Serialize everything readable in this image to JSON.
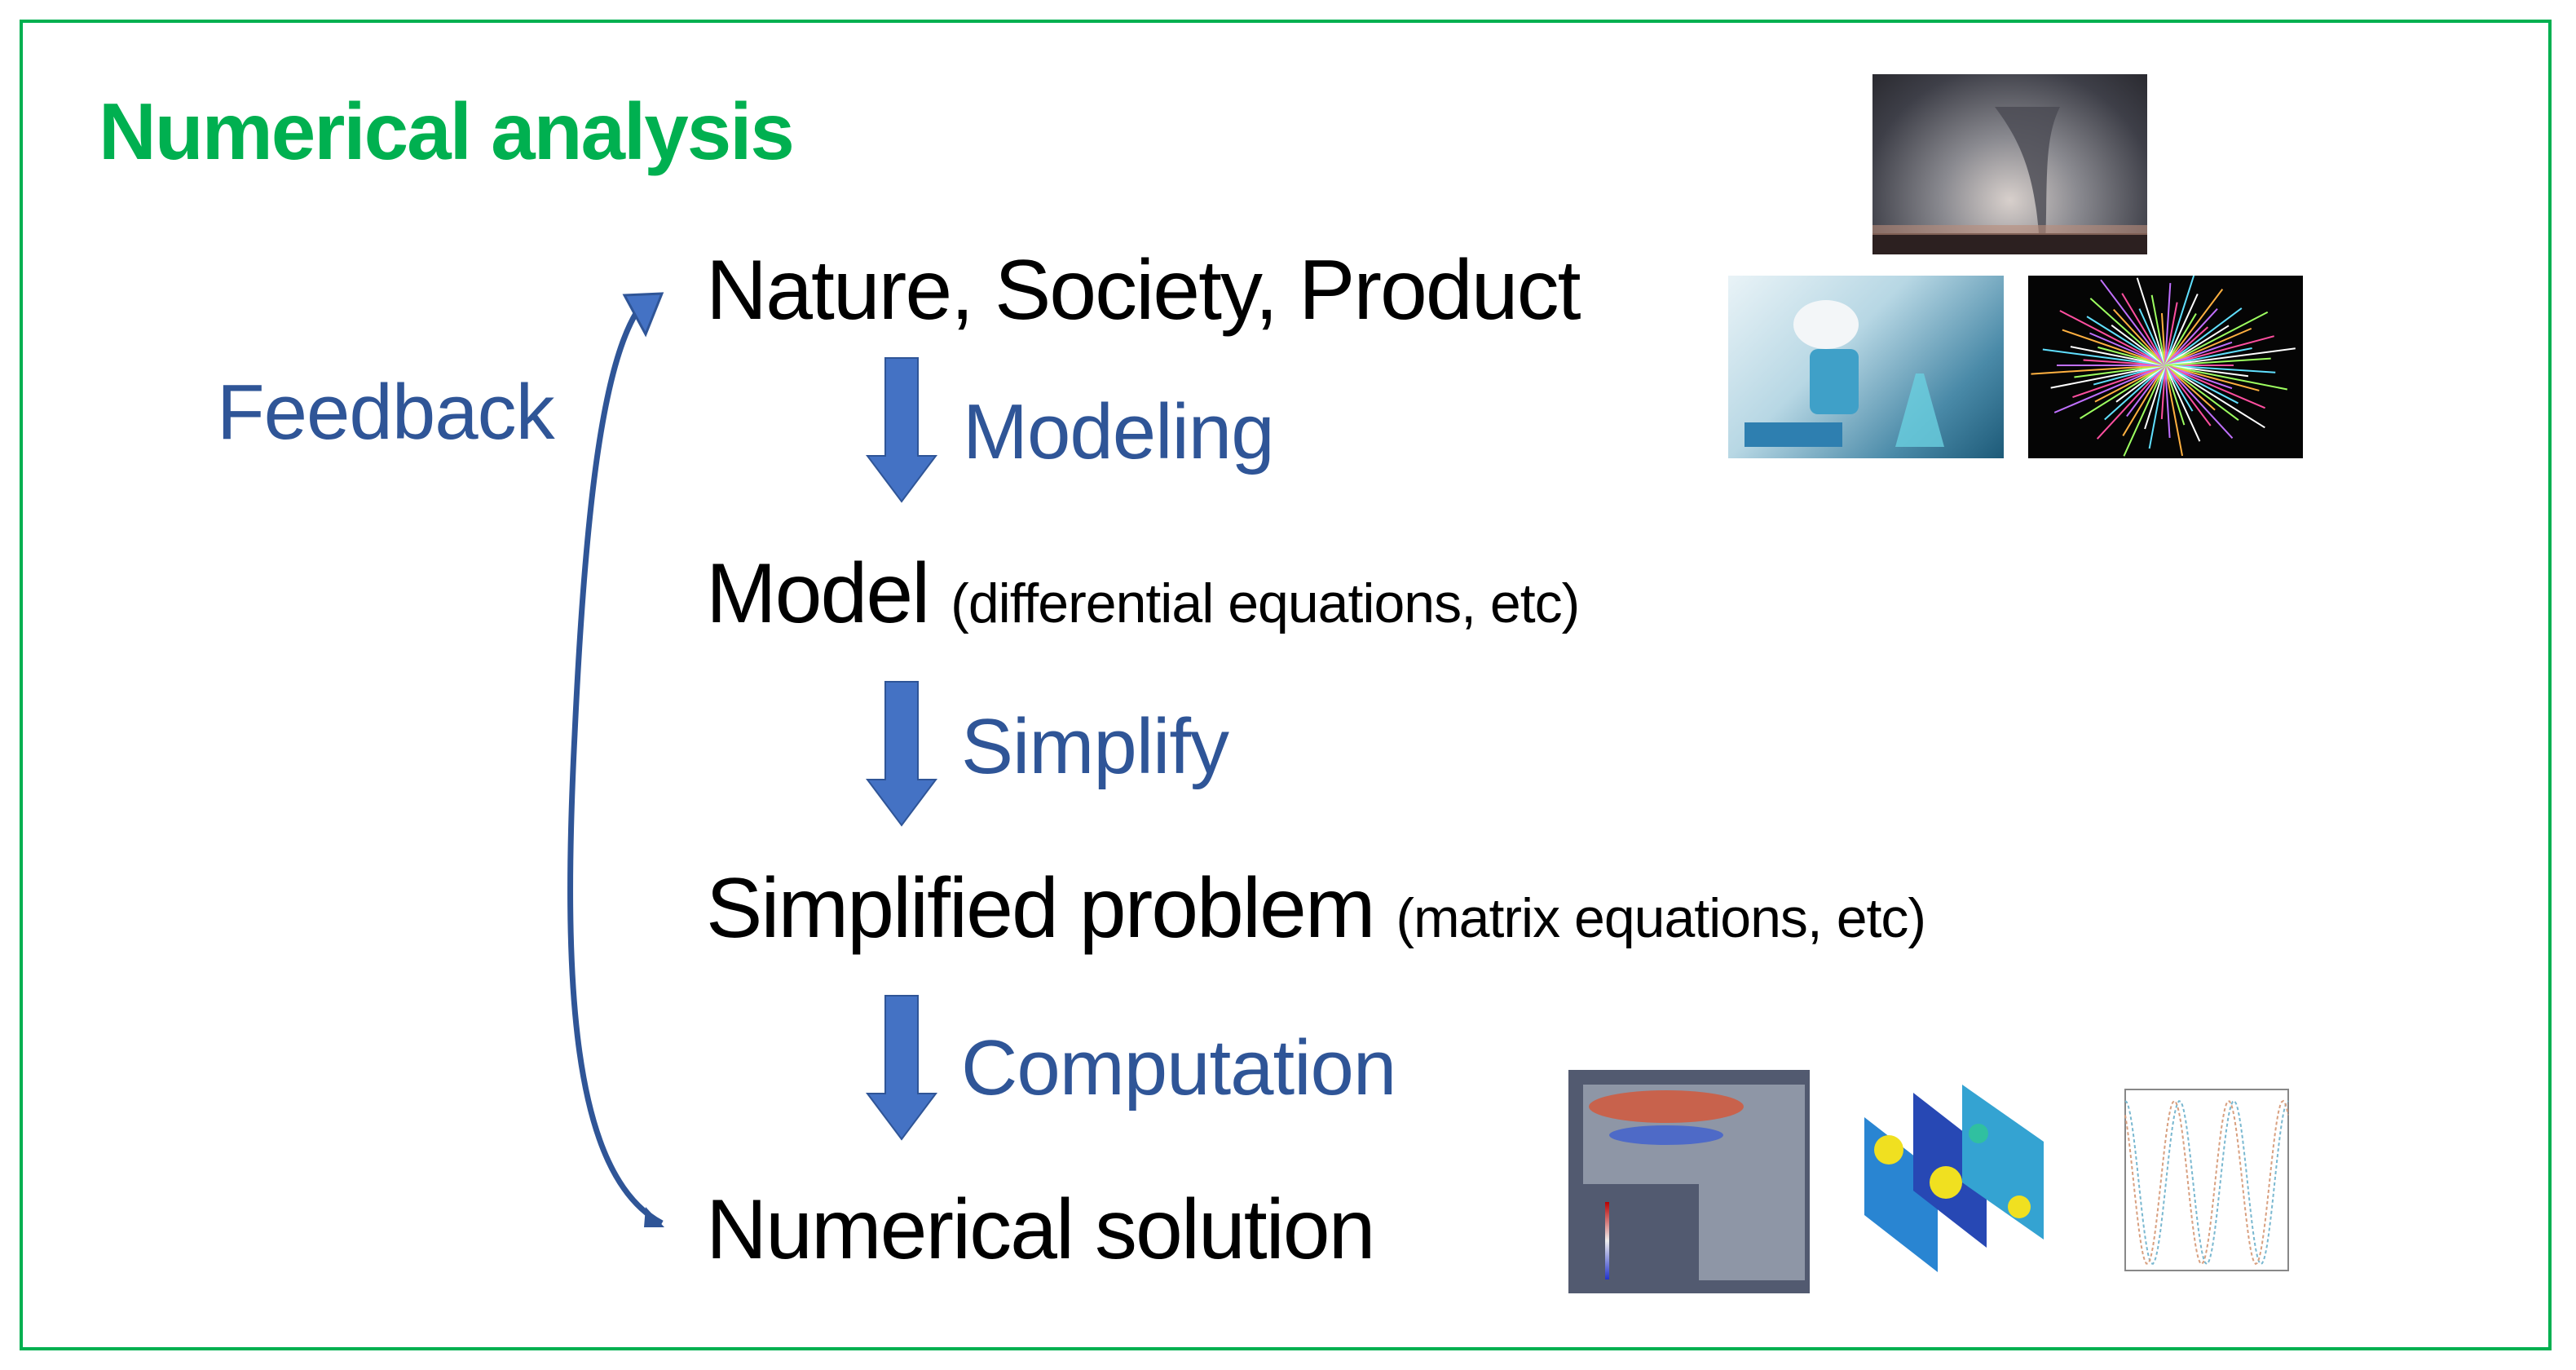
{
  "title": "Numerical analysis",
  "feedback_label": "Feedback",
  "stages": [
    {
      "label": "Nature, Society, Product",
      "note": ""
    },
    {
      "label": "Model",
      "note": "(differential equations, etc)"
    },
    {
      "label": "Simplified problem",
      "note": "(matrix equations, etc)"
    },
    {
      "label": "Numerical solution",
      "note": ""
    }
  ],
  "steps": [
    "Modeling",
    "Simplify",
    "Computation"
  ],
  "colors": {
    "title": "#00B050",
    "step_text": "#2F5597",
    "arrow": "#4472C4",
    "frame": "#00B050"
  },
  "images": [
    "tornado-photo",
    "laboratory-photo",
    "fireworks-photo",
    "fluid-simulation-plot",
    "3d-slice-plot",
    "oscillation-line-plot"
  ]
}
